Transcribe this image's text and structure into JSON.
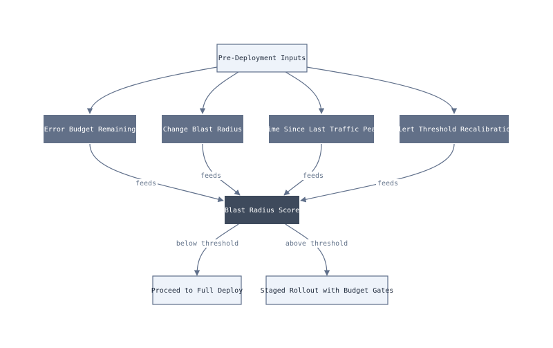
{
  "colors": {
    "edge": "#5f6f8a",
    "light_fill": "#eef3fa",
    "light_stroke": "#5f6f8a",
    "mid_fill": "#627088",
    "dark_fill": "#3e4a5c",
    "dark_text": "#1e293b",
    "light_text": "#ffffff",
    "label_text": "#64748b"
  },
  "nodes": {
    "inputs": "Pre-Deployment Inputs",
    "error_budget": "Error Budget Remaining",
    "change_radius": "Change Blast Radius",
    "time_since_peak": "Time Since Last Traffic Peak",
    "alert_recal": "Alert Threshold Recalibration",
    "score": "Blast Radius Score",
    "full_deploy": "Proceed to Full Deploy",
    "staged": "Staged Rollout with Budget Gates"
  },
  "edge_labels": {
    "feeds_1": "feeds",
    "feeds_2": "feeds",
    "feeds_3": "feeds",
    "feeds_4": "feeds",
    "below": "below threshold",
    "above": "above threshold"
  }
}
